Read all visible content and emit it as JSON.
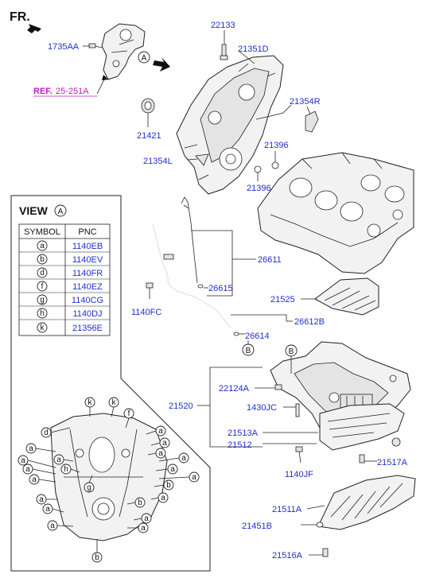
{
  "header": {
    "front_label": "FR."
  },
  "callouts": {
    "p1735AA": "1735AA",
    "ref_prefix": "REF.",
    "ref_value": "25-251A",
    "p22133": "22133",
    "p21351D": "21351D",
    "p21354R": "21354R",
    "p21421": "21421",
    "p21396_a": "21396",
    "p21354L": "21354L",
    "p21396_b": "21396",
    "p26611": "26611",
    "p26615": "26615",
    "p1140FC": "1140FC",
    "p21525": "21525",
    "p26614": "26614",
    "p26612B": "26612B",
    "p22124A": "22124A",
    "p21520": "21520",
    "p1430JC": "1430JC",
    "p21513A": "21513A",
    "p21512": "21512",
    "p21517A": "21517A",
    "p1140JF": "1140JF",
    "p21511A": "21511A",
    "p21451B": "21451B",
    "p21516A": "21516A"
  },
  "markers": {
    "A": "A",
    "B": "B"
  },
  "view": {
    "title": "VIEW",
    "marker": "A",
    "col_symbol": "SYMBOL",
    "col_pnc": "PNC",
    "rows": [
      {
        "symbol": "a",
        "pnc": "1140EB"
      },
      {
        "symbol": "b",
        "pnc": "1140EV"
      },
      {
        "symbol": "d",
        "pnc": "1140FR"
      },
      {
        "symbol": "f",
        "pnc": "1140EZ"
      },
      {
        "symbol": "g",
        "pnc": "1140CG"
      },
      {
        "symbol": "h",
        "pnc": "1140DJ"
      },
      {
        "symbol": "k",
        "pnc": "21356E"
      }
    ]
  },
  "colors": {
    "part_number": "#1f2fd0",
    "reference": "#c020c0",
    "line": "#222222"
  }
}
